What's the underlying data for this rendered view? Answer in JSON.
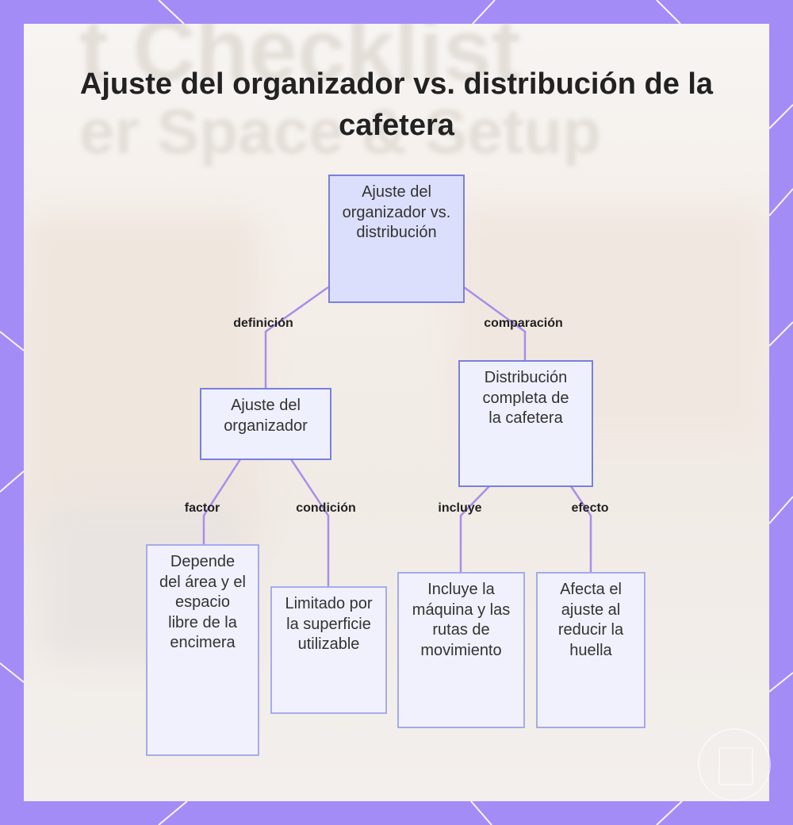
{
  "title": "Ajuste del organizador vs. distribución de la cafetera",
  "background_text": [
    "t Checklist",
    "er Space & Setup"
  ],
  "colors": {
    "frame": "#a48cf7",
    "node_border": "#7b7fdb",
    "node_fill": "#eef0fd",
    "root_fill": "#dcdffb",
    "edge": "#a98ee8"
  },
  "nodes": {
    "root": "Ajuste del organizador vs. distribución",
    "organizer_fit": "Ajuste del organizador",
    "full_layout": "Distribución completa de la cafetera",
    "depends_area": "Depende del área y el espacio libre de la encimera",
    "limited_surface": "Limitado por la superficie utilizable",
    "includes_machine": "Incluye la máquina y las rutas de movimiento",
    "affects_fit": "Afecta el ajuste al reducir la huella"
  },
  "edges": {
    "definition": "definición",
    "comparison": "comparación",
    "factor": "factor",
    "condition": "condición",
    "includes": "incluye",
    "effect": "efecto"
  }
}
